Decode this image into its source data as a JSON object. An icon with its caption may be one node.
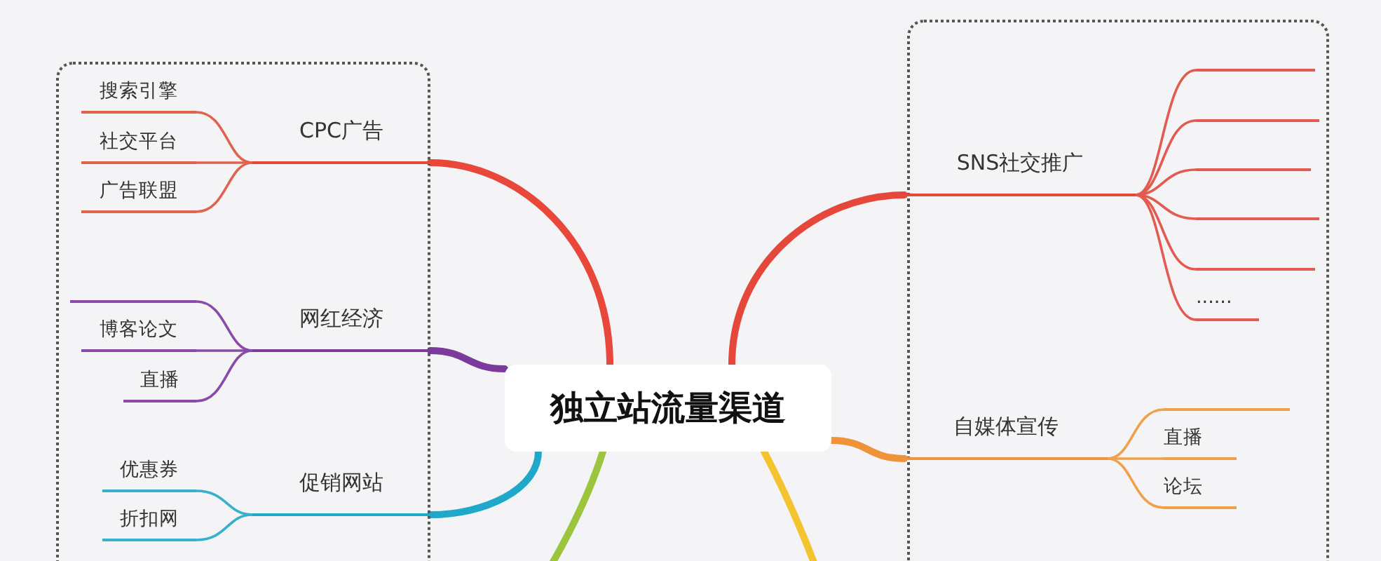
{
  "diagram": {
    "nodes": [
      {
        "text": [
          "独立站流量渠道"
        ]
      },
      {
        "text": [],
        "shape": "box"
      },
      {
        "text": [
          "CPC广告"
        ],
        "in": 1
      },
      {
        "text": [
          "搜索引擎"
        ],
        "in": 1
      },
      {
        "text": [
          "社交平台"
        ],
        "in": 1
      },
      {
        "text": [
          "广告联盟"
        ],
        "in": 1
      },
      {
        "text": [
          "网红经济"
        ],
        "in": 1
      },
      {
        "text": [],
        "shape": "bar",
        "in": 1
      },
      {
        "text": [
          "博客论文"
        ],
        "in": 1
      },
      {
        "text": [
          "直播"
        ],
        "in": 1
      },
      {
        "text": [
          "促销网站"
        ],
        "in": 1
      },
      {
        "text": [
          "优惠券"
        ],
        "in": 1
      },
      {
        "text": [
          "折扣网"
        ],
        "in": 1
      },
      {
        "text": [],
        "shape": "box"
      },
      {
        "text": [
          "SNS社交推广"
        ],
        "in": 13
      },
      {
        "text": [],
        "shape": "bar",
        "in": 13
      },
      {
        "text": [],
        "shape": "bar",
        "in": 13
      },
      {
        "text": [],
        "shape": "bar",
        "in": 13
      },
      {
        "text": [],
        "shape": "bar",
        "in": 13
      },
      {
        "text": [],
        "shape": "bar",
        "in": 13
      },
      {
        "text": [
          "......"
        ],
        "in": 13
      },
      {
        "text": [
          "自媒体宣传"
        ],
        "in": 13
      },
      {
        "text": [],
        "shape": "bar",
        "in": 13
      },
      {
        "text": [
          "直播"
        ],
        "in": 13
      },
      {
        "text": [
          "论坛"
        ],
        "in": 13
      }
    ],
    "edges": [
      {
        "from": 0,
        "to": 2,
        "arrow": "none",
        "style": "thick",
        "color": "#e8473a"
      },
      {
        "from": 2,
        "to": 3,
        "arrow": "none",
        "color": "#e0634f"
      },
      {
        "from": 2,
        "to": 4,
        "arrow": "none",
        "color": "#e0634f"
      },
      {
        "from": 2,
        "to": 5,
        "arrow": "none",
        "color": "#e0634f"
      },
      {
        "from": 0,
        "to": 6,
        "arrow": "none",
        "style": "thick",
        "color": "#7b3a9c"
      },
      {
        "from": 6,
        "to": 7,
        "arrow": "none",
        "color": "#8a4aa8"
      },
      {
        "from": 6,
        "to": 8,
        "arrow": "none",
        "color": "#8a4aa8"
      },
      {
        "from": 6,
        "to": 9,
        "arrow": "none",
        "color": "#8a4aa8"
      },
      {
        "from": 0,
        "to": 10,
        "arrow": "none",
        "style": "thick",
        "color": "#1fa8c9"
      },
      {
        "from": 10,
        "to": 11,
        "arrow": "none",
        "color": "#35b1cc"
      },
      {
        "from": 10,
        "to": 12,
        "arrow": "none",
        "color": "#35b1cc"
      },
      {
        "from": 0,
        "to": null,
        "arrow": "none",
        "style": "thick",
        "color": "#9cc43c"
      },
      {
        "from": 0,
        "to": null,
        "arrow": "none",
        "style": "thick",
        "color": "#f4c430"
      },
      {
        "from": 0,
        "to": 14,
        "arrow": "none",
        "style": "thick",
        "color": "#e5483a"
      },
      {
        "from": 14,
        "to": 15,
        "arrow": "none",
        "color": "#e25a50"
      },
      {
        "from": 14,
        "to": 16,
        "arrow": "none",
        "color": "#e25a50"
      },
      {
        "from": 14,
        "to": 17,
        "arrow": "none",
        "color": "#e25a50"
      },
      {
        "from": 14,
        "to": 18,
        "arrow": "none",
        "color": "#e25a50"
      },
      {
        "from": 14,
        "to": 19,
        "arrow": "none",
        "color": "#e25a50"
      },
      {
        "from": 14,
        "to": 20,
        "arrow": "none",
        "color": "#e25a50"
      },
      {
        "from": 0,
        "to": 21,
        "arrow": "none",
        "style": "thick",
        "color": "#f0923a"
      },
      {
        "from": 21,
        "to": 22,
        "arrow": "none",
        "color": "#f0a04a"
      },
      {
        "from": 21,
        "to": 23,
        "arrow": "none",
        "color": "#f0a04a"
      },
      {
        "from": 21,
        "to": 24,
        "arrow": "none",
        "color": "#f0a04a"
      }
    ]
  }
}
